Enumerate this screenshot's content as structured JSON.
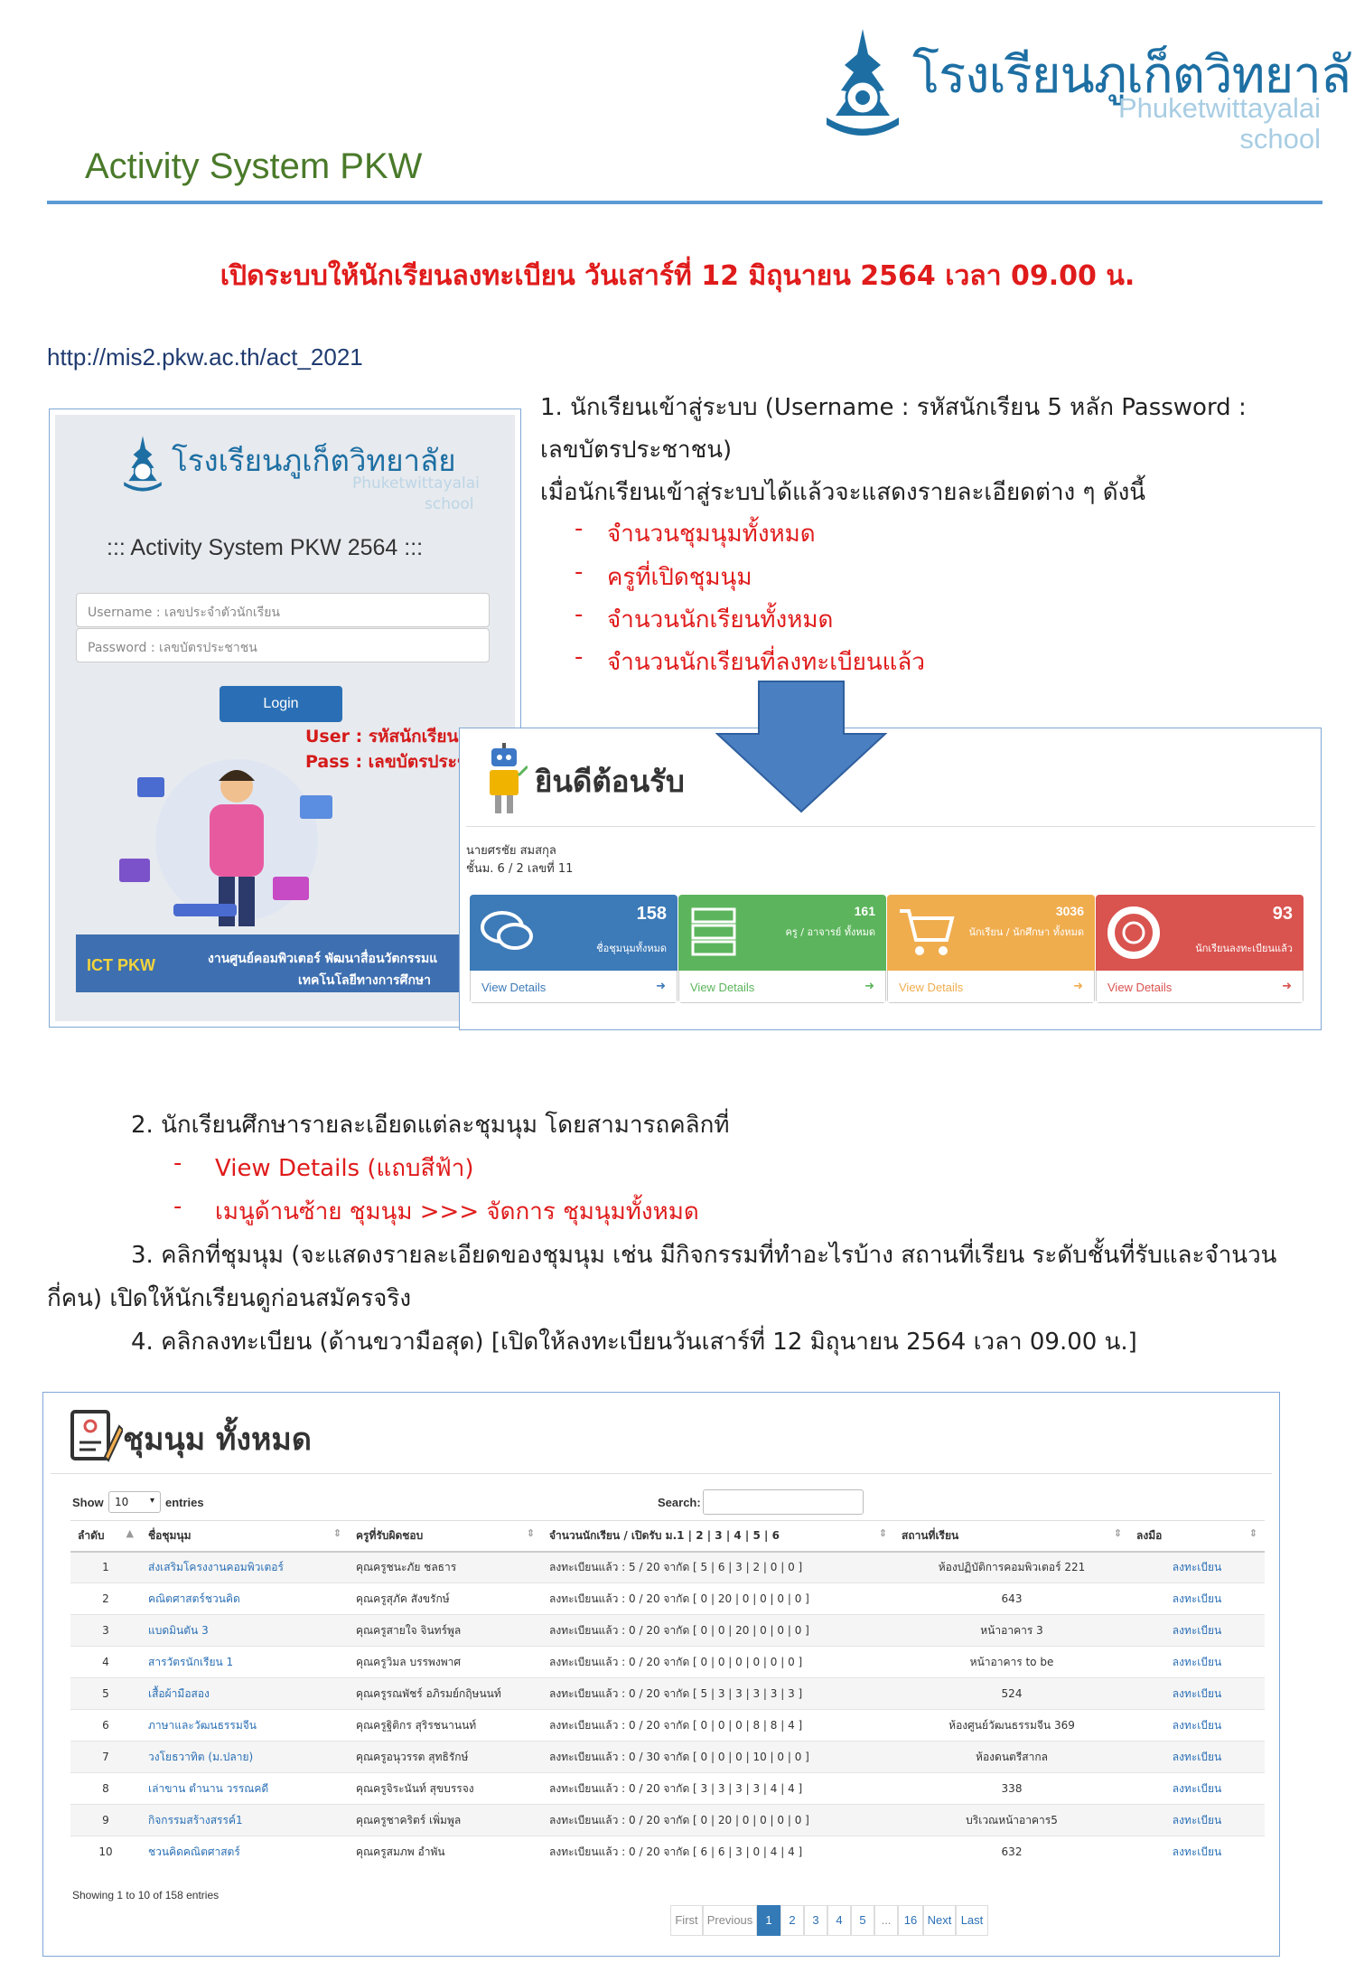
{
  "header": {
    "school_th": "โรงเรียนภูเก็ตวิทยาลัย",
    "school_en_1": "Phuketwittayalai",
    "school_en_2": "school",
    "doc_title": "Activity System PKW"
  },
  "notice": "เปิดระบบให้นักเรียนลงทะเบียน วันเสาร์ที่ 12 มิถุนายน 2564 เวลา 09.00 น.",
  "url": "http://mis2.pkw.ac.th/act_2021",
  "login_screen": {
    "school_th": "โรงเรียนภูเก็ตวิทยาลัย",
    "school_en_1": "Phuketwittayalai",
    "school_en_2": "school",
    "title": "::: Activity System PKW 2564 :::",
    "username_placeholder": "Username : เลขประจำตัวนักเรียน",
    "password_placeholder": "Password : เลขบัตรประชาชน",
    "login_label": "Login",
    "hint_user": "User : รหัสนักเรียน",
    "hint_pass": "Pass : เลขบัตรประช",
    "footer_brand": "ICT PKW",
    "footer_line1": "งานศูนย์คอมพิวเตอร์ พัฒนาสื่อนวัตกรรมแ",
    "footer_line2": "เทคโนโลยีทางการศึกษา"
  },
  "step1": {
    "line1": "1.  นักเรียนเข้าสู่ระบบ (Username : รหัสนักเรียน 5 หลัก Password :",
    "line2": "เลขบัตรประชาชน)",
    "line3": "เมื่อนักเรียนเข้าสู่ระบบได้แล้วจะแสดงรายละเอียดต่าง ๆ ดังนี้",
    "bullets": [
      "จำนวนชุมนุมทั้งหมด",
      "ครูที่เปิดชุมนุม",
      "จำนวนนักเรียนทั้งหมด",
      "จำนวนนักเรียนที่ลงทะเบียนแล้ว"
    ]
  },
  "welcome_screen": {
    "title": "ยินดีต้อนรับ",
    "student_name": "นายศรชัย สมสกุล",
    "student_class": "ชั้นม. 6 / 2 เลขที่ 11",
    "cards": [
      {
        "value": "158",
        "label": "ชื่อชุมนุมทั้งหมด",
        "link": "View Details",
        "color": "#3c7ab8",
        "icon": "chat-bubbles-icon"
      },
      {
        "value": "161",
        "label": "ครู / อาจารย์ ทั้งหมด",
        "link": "View Details",
        "color": "#5cb55c",
        "icon": "list-icon"
      },
      {
        "value": "3036",
        "label": "นักเรียน / นักศึกษา ทั้งหมด",
        "link": "View Details",
        "color": "#f0ad4e",
        "icon": "cart-icon"
      },
      {
        "value": "93",
        "label": "นักเรียนลงทะเบียนแล้ว",
        "link": "View Details",
        "color": "#d9534f",
        "icon": "lifebuoy-icon"
      }
    ]
  },
  "step2": {
    "line": "2.  นักเรียนศึกษารายละเอียดแต่ละชุมนุม โดยสามารถคลิกที่",
    "bullets": [
      "View Details (แถบสีฟ้า)",
      "เมนูด้านซ้าย ชุมนุม >>> จัดการ ชุมนุมทั้งหมด"
    ]
  },
  "step3": {
    "line1": "3.  คลิกที่ชุมนุม (จะแสดงรายละเอียดของชุมนุม เช่น มีกิจกรรมที่ทำอะไรบ้าง สถานที่เรียน ระดับชั้นที่รับและจำนวน",
    "line2": "กี่คน) เปิดให้นักเรียนดูก่อนสมัครจริง"
  },
  "step4": "4.  คลิกลงทะเบียน (ด้านขวามือสุด) [เปิดให้ลงทะเบียนวันเสาร์ที่ 12 มิถุนายน 2564 เวลา 09.00 น.]",
  "clubs_screen": {
    "title": "ชุมนุม ทั้งหมด",
    "show_label": "Show",
    "show_value": "10",
    "entries_label": "entries",
    "search_label": "Search:",
    "columns": [
      "ลำดับ",
      "ชื่อชุมนุม",
      "ครูที่รับผิดชอบ",
      "จำนวนนักเรียน / เปิดรับ ม.1 | 2 | 3 | 4 | 5 | 6",
      "สถานที่เรียน",
      "ลงมือ"
    ],
    "rows": [
      [
        "1",
        "ส่งเสริมโครงงานคอมพิวเตอร์",
        "คุณครูชนะภัย ชลธาร",
        "ลงทะเบียนแล้ว : 5 / 20 จากัด [ 5 | 6 | 3 | 2 | 0 | 0 ]",
        "ห้องปฏิบัติการคอมพิวเตอร์ 221",
        "ลงทะเบียน"
      ],
      [
        "2",
        "คณิตศาสตร์ชวนคิด",
        "คุณครูสุภัค สังขรักษ์",
        "ลงทะเบียนแล้ว : 0 / 20 จากัด [ 0 | 20 | 0 | 0 | 0 | 0 ]",
        "643",
        "ลงทะเบียน"
      ],
      [
        "3",
        "แบดมินตัน 3",
        "คุณครูสายใจ จินทร์พูล",
        "ลงทะเบียนแล้ว : 0 / 20 จากัด [ 0 | 0 | 20 | 0 | 0 | 0 ]",
        "หน้าอาคาร 3",
        "ลงทะเบียน"
      ],
      [
        "4",
        "สารวัตรนักเรียน 1",
        "คุณครูวิมล บรรพงพาศ",
        "ลงทะเบียนแล้ว : 0 / 20 จากัด [ 0 | 0 | 0 | 0 | 0 | 0 ]",
        "หน้าอาคาร to be",
        "ลงทะเบียน"
      ],
      [
        "5",
        "เสื้อผ้ามือสอง",
        "คุณครูรณพัชร์ อภิรมย์กฤิษนนท์",
        "ลงทะเบียนแล้ว : 0 / 20 จากัด [ 5 | 3 | 3 | 3 | 3 | 3 ]",
        "524",
        "ลงทะเบียน"
      ],
      [
        "6",
        "ภาษาและวัฒนธรรมจีน",
        "คุณครูฐิติกร สุริรชนานนท์",
        "ลงทะเบียนแล้ว : 0 / 20 จากัด [ 0 | 0 | 0 | 8 | 8 | 4 ]",
        "ห้องศูนย์วัฒนธรรมจีน 369",
        "ลงทะเบียน"
      ],
      [
        "7",
        "วงโยธวาทิต (ม.ปลาย)",
        "คุณครูอนุวรรต สุทธิรักษ์",
        "ลงทะเบียนแล้ว : 0 / 30 จากัด [ 0 | 0 | 0 | 10 | 0 | 0 ]",
        "ห้องดนตรีสากล",
        "ลงทะเบียน"
      ],
      [
        "8",
        "เล่าขาน ตำนาน วรรณคดี",
        "คุณครูจิระนันท์ สุขบรรจง",
        "ลงทะเบียนแล้ว : 0 / 20 จากัด [ 3 | 3 | 3 | 3 | 4 | 4 ]",
        "338",
        "ลงทะเบียน"
      ],
      [
        "9",
        "กิจกรรมสร้างสรรค์1",
        "คุณครูชาคริตร์ เพิ่มพูล",
        "ลงทะเบียนแล้ว : 0 / 20 จากัด [ 0 | 20 | 0 | 0 | 0 | 0 ]",
        "บริเวณหน้าอาคาร5",
        "ลงทะเบียน"
      ],
      [
        "10",
        "ชวนคิดคณิตศาสตร์",
        "คุณครูสมภพ อำพัน",
        "ลงทะเบียนแล้ว : 0 / 20 จากัด [ 6 | 6 | 3 | 0 | 4 | 4 ]",
        "632",
        "ลงทะเบียน"
      ]
    ],
    "showing": "Showing 1 to 10 of 158 entries",
    "pagination": [
      "First",
      "Previous",
      "1",
      "2",
      "3",
      "4",
      "5",
      "...",
      "16",
      "Next",
      "Last"
    ]
  }
}
